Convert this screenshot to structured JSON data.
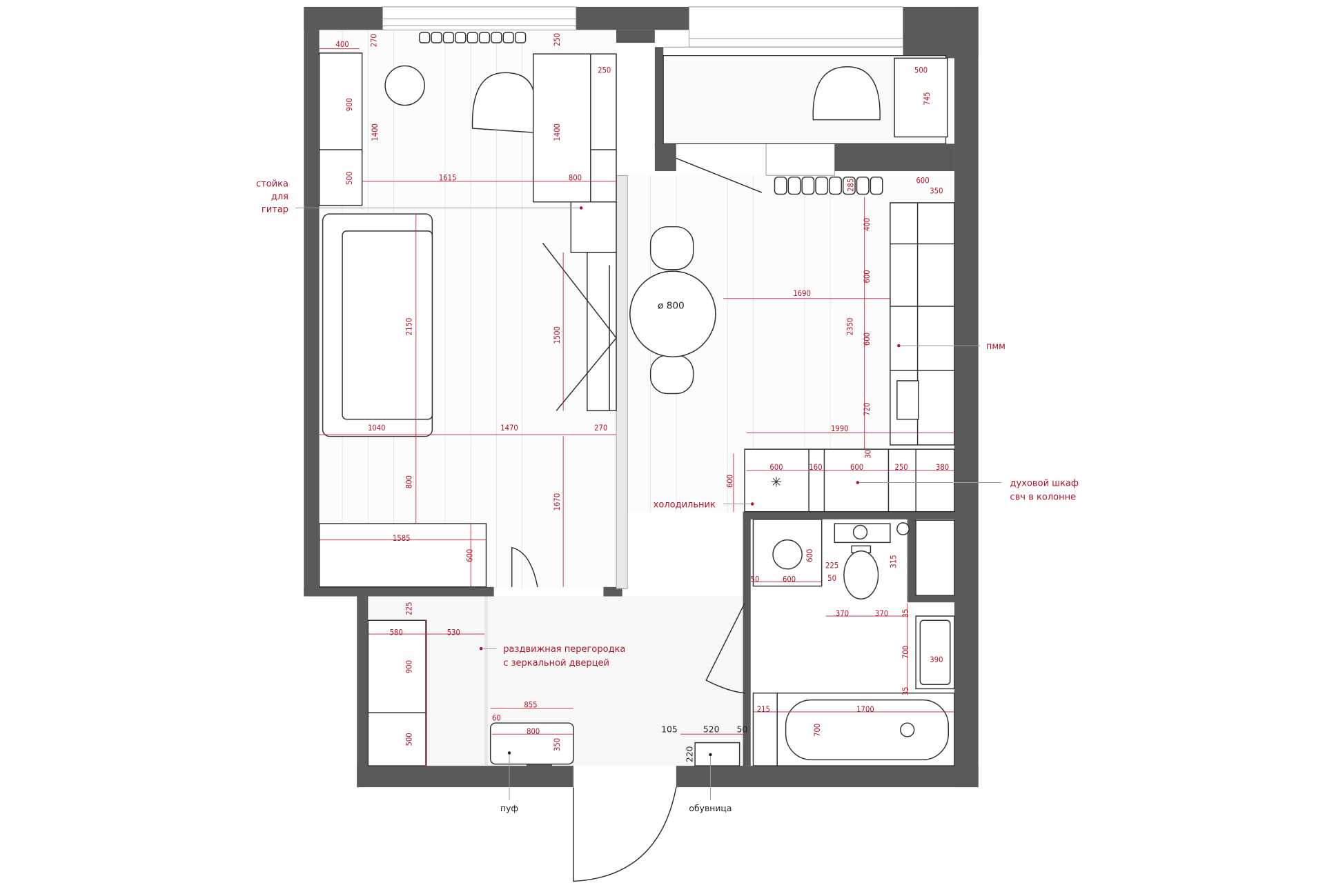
{
  "labels": {
    "guitar_stand": [
      "стойка",
      "для",
      "гитар"
    ],
    "dishwasher": "пмм",
    "fridge": "холодильник",
    "oven": [
      "духовой шкаф",
      "свч в колонне"
    ],
    "partition": [
      "раздвижная перегородка",
      "с зеркальной дверцей"
    ],
    "pouf": "пуф",
    "shoe_cabinet": "обувница",
    "table": "ø 800"
  },
  "dims": {
    "living": [
      "400",
      "270",
      "900",
      "1400",
      "500",
      "1615",
      "250",
      "250",
      "1400",
      "800",
      "2150",
      "1500",
      "1040",
      "1470",
      "270",
      "800",
      "1670",
      "1585",
      "600"
    ],
    "top_bath": [
      "500",
      "745"
    ],
    "kitchen": [
      "285",
      "600",
      "350",
      "400",
      "600",
      "1690",
      "2350",
      "600",
      "720",
      "1990",
      "30",
      "600",
      "160",
      "600",
      "250",
      "380",
      "600"
    ],
    "bathroom": [
      "600",
      "225",
      "50",
      "600",
      "50",
      "315",
      "370",
      "370",
      "35",
      "700",
      "390",
      "35",
      "215",
      "1700",
      "700"
    ],
    "hall": [
      "225",
      "580",
      "530",
      "900",
      "855",
      "60",
      "800",
      "350",
      "500",
      "105",
      "520",
      "50",
      "220"
    ]
  }
}
